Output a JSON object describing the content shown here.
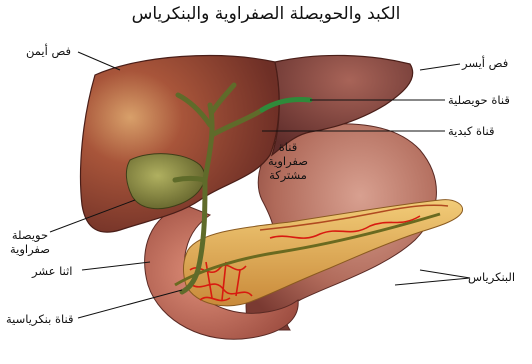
{
  "title": "الكبد والحويصلة الصفراوية والبنكرياس",
  "labels": {
    "right_lobe": "فص أيمن",
    "left_lobe": "فص أيسر",
    "cystic_duct": "قناة حويصلية",
    "hepatic_duct": "قناة كبدية",
    "common_bile_duct_1": "قناة",
    "common_bile_duct_2": "صفراوية",
    "common_bile_duct_3": "مشتركة",
    "gallbladder_1": "حويصلة",
    "gallbladder_2": "صفراوية",
    "duodenum": "اثنا عشر",
    "pancreas": "البنكرياس",
    "pancreatic_duct": "قناة بنكرياسية"
  },
  "colors": {
    "liver": "#9b4a34",
    "liver_left": "#7d4038",
    "gallbladder": "#7a7a38",
    "bile_duct": "#5f6b2a",
    "duct_green": "#2f8a3a",
    "stomach": "#b06a5a",
    "pancreas": "#d9a24a",
    "vessels": "#d81a10"
  }
}
